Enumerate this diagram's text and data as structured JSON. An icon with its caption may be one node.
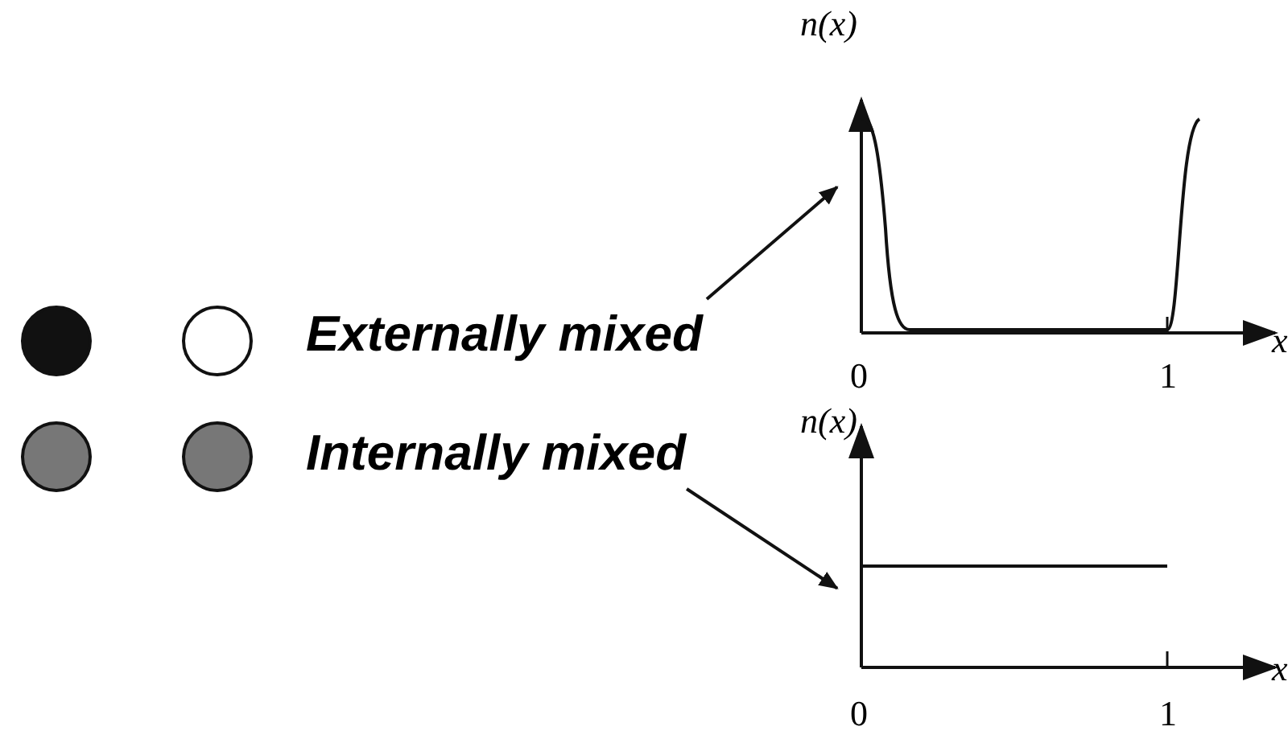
{
  "diagram": {
    "nodes": [
      {
        "text": [
          "Externally mixed"
        ]
      },
      {
        "text": [],
        "shape": "picture"
      },
      {
        "text": [
          "Internally mixed"
        ]
      },
      {
        "text": [],
        "shape": "picture"
      }
    ],
    "edges": [
      {
        "from": 0,
        "to": 1,
        "arrow": "to"
      },
      {
        "from": 2,
        "to": 3,
        "arrow": "to"
      }
    ],
    "labels": [
      "n(x)",
      "x",
      "0",
      "1",
      "n(x)",
      "x",
      "0",
      "1"
    ]
  }
}
